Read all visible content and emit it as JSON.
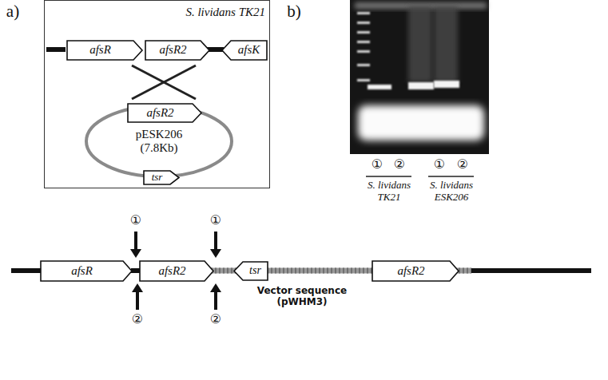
{
  "diagram": {
    "nodes": [
      {
        "text": [
          "S. lividans TK21"
        ]
      },
      {
        "text": [
          "afsR"
        ],
        "in": 0
      },
      {
        "text": [
          "afsR2"
        ],
        "in": 0
      },
      {
        "text": [
          "afsK"
        ],
        "in": 0
      },
      {
        "text": [
          "pESK206 (7.8Kb)"
        ],
        "in": 0
      },
      {
        "text": [
          "afsR2"
        ],
        "in": 4
      },
      {
        "text": [
          "tsr"
        ],
        "in": 4
      },
      {
        "text": [
          "afsR"
        ]
      },
      {
        "text": [
          "afsR2"
        ]
      },
      {
        "text": [
          "tsr"
        ]
      },
      {
        "text": [
          "afsR2"
        ]
      }
    ],
    "labels": [
      "a)",
      "b)",
      "①",
      "②",
      "①",
      "②",
      "S. lividans TK21",
      "S. lividans ESK206",
      "①",
      "①",
      "②",
      "②",
      "Vector sequence (pWHM3)"
    ]
  }
}
